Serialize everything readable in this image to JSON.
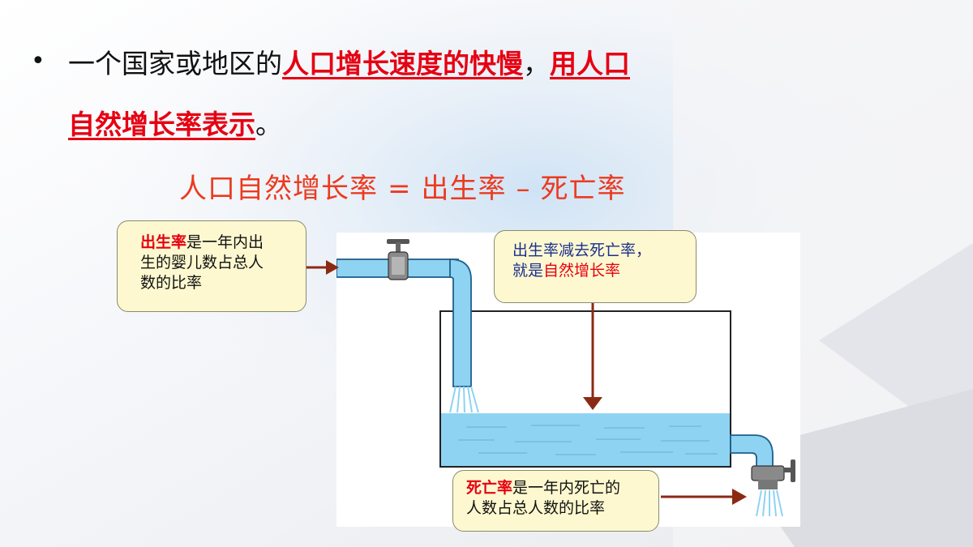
{
  "bullet": {
    "line1_plain": "一个国家或地区的",
    "line1_red": "人口增长速度的快慢",
    "line1_comma": "，",
    "line1_red2": "用人口",
    "line2_red": "自然增长率表示",
    "line2_end": "。"
  },
  "formula": {
    "left": "人口自然增长率",
    "eq": "=",
    "term1": "出生率",
    "minus": "–",
    "term2": "死亡率"
  },
  "callouts": {
    "birth": {
      "highlight": "出生率",
      "text1": "是一年内出",
      "text2": "生的婴儿数占总人",
      "text3": "数的比率"
    },
    "natural": {
      "text1": "出生率减去死亡率，",
      "text2a": "就是",
      "highlight": "自然增长率"
    },
    "death": {
      "highlight": "死亡率",
      "text1": "是一年内死亡的",
      "text2": "人数占总人数的比率"
    }
  },
  "colors": {
    "accent_red": "#e60012",
    "formula_orange": "#ec3a1f",
    "water": "#8fd3f2",
    "arrow": "#8b2a12",
    "callout_bg": "#fdf8cf"
  }
}
